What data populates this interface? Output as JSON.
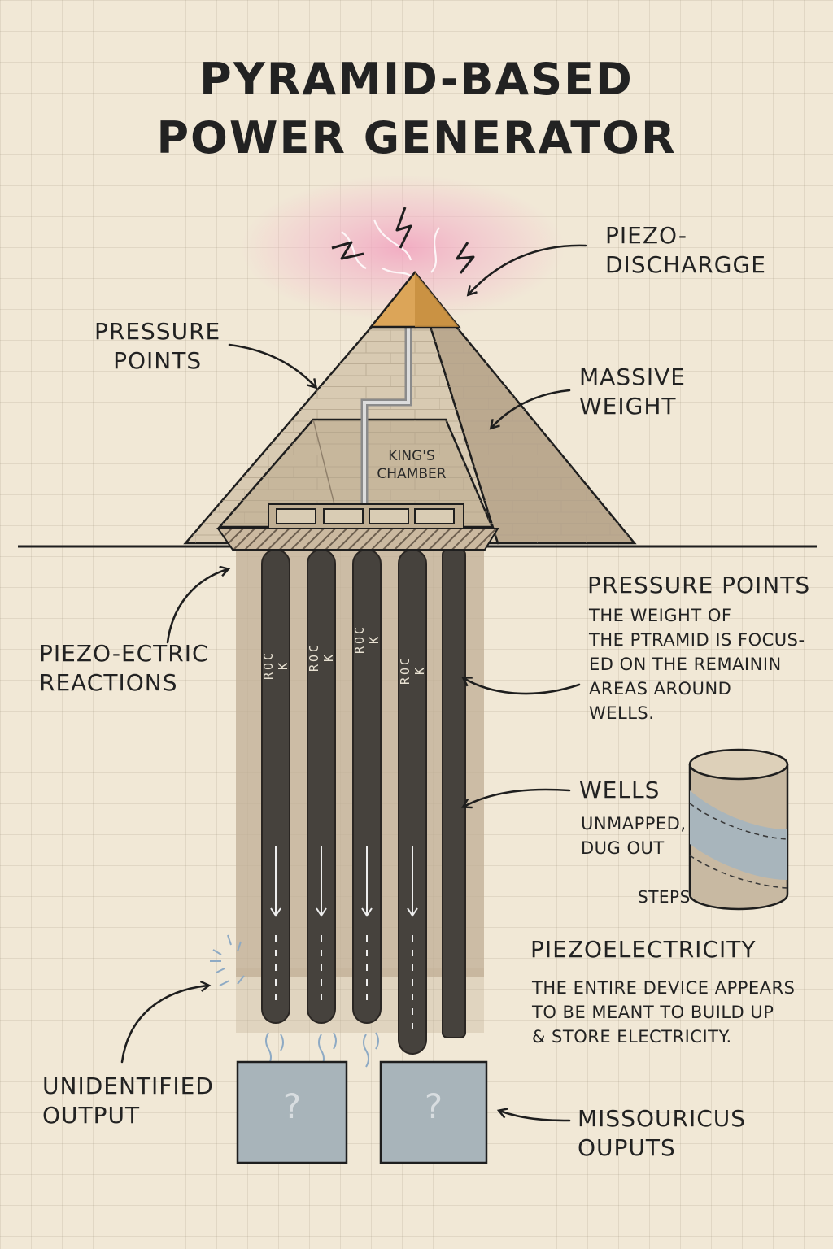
{
  "title": "PYRAMID-BASED\nPOWER GENERATOR",
  "labels": {
    "piezo_discharge": "PIEZO-\nDISCHARGGE",
    "pressure_points_top": "PRESSURE\nPOINTS",
    "massive_weight": "MASSIVE\nWEIGHT",
    "kings_chamber": "KING'S\nCHAMBER",
    "piezo_ectric": "PIEZO-ECTRIC\nREACTIONS",
    "unidentified_output": "UNIDENTIFIED\nOUTPUT",
    "missouricus": "MISSOURICUS\nOUPUTS",
    "steps": "STEPS"
  },
  "wells_text": [
    "ROC K",
    "ROC K",
    "ROC K",
    "ROC K"
  ],
  "output_box_glyph": "?",
  "notes": [
    {
      "heading": "PRESSURE POINTS",
      "body": "THE WEIGHT OF\nTHE PTRAMID IS FOCUS-\nED ON THE REMAININ\nAREAS AROUND\nWELLS."
    },
    {
      "heading": "WELLS",
      "body": "UNMAPPED,\nDUG OUT"
    },
    {
      "heading": "PIEZOELECTRICITY",
      "body": "THE ENTIRE DEVICE APPEARS\nTO BE MEANT TO BUILD UP\n& STORE ELECTRICITY."
    }
  ],
  "colors": {
    "paper": "#f1e8d6",
    "stone": "#c9b9a0",
    "stone_dark": "#a8977e",
    "capstone": "#d9a85a",
    "well": "#48443f",
    "output_box": "#a9b4ba",
    "glow": "#f0a6c0",
    "spark": "#9ab2c7"
  },
  "icons": [
    "lightning-bolt-icon",
    "arrow-icon",
    "question-mark-icon",
    "cylinder-icon"
  ]
}
